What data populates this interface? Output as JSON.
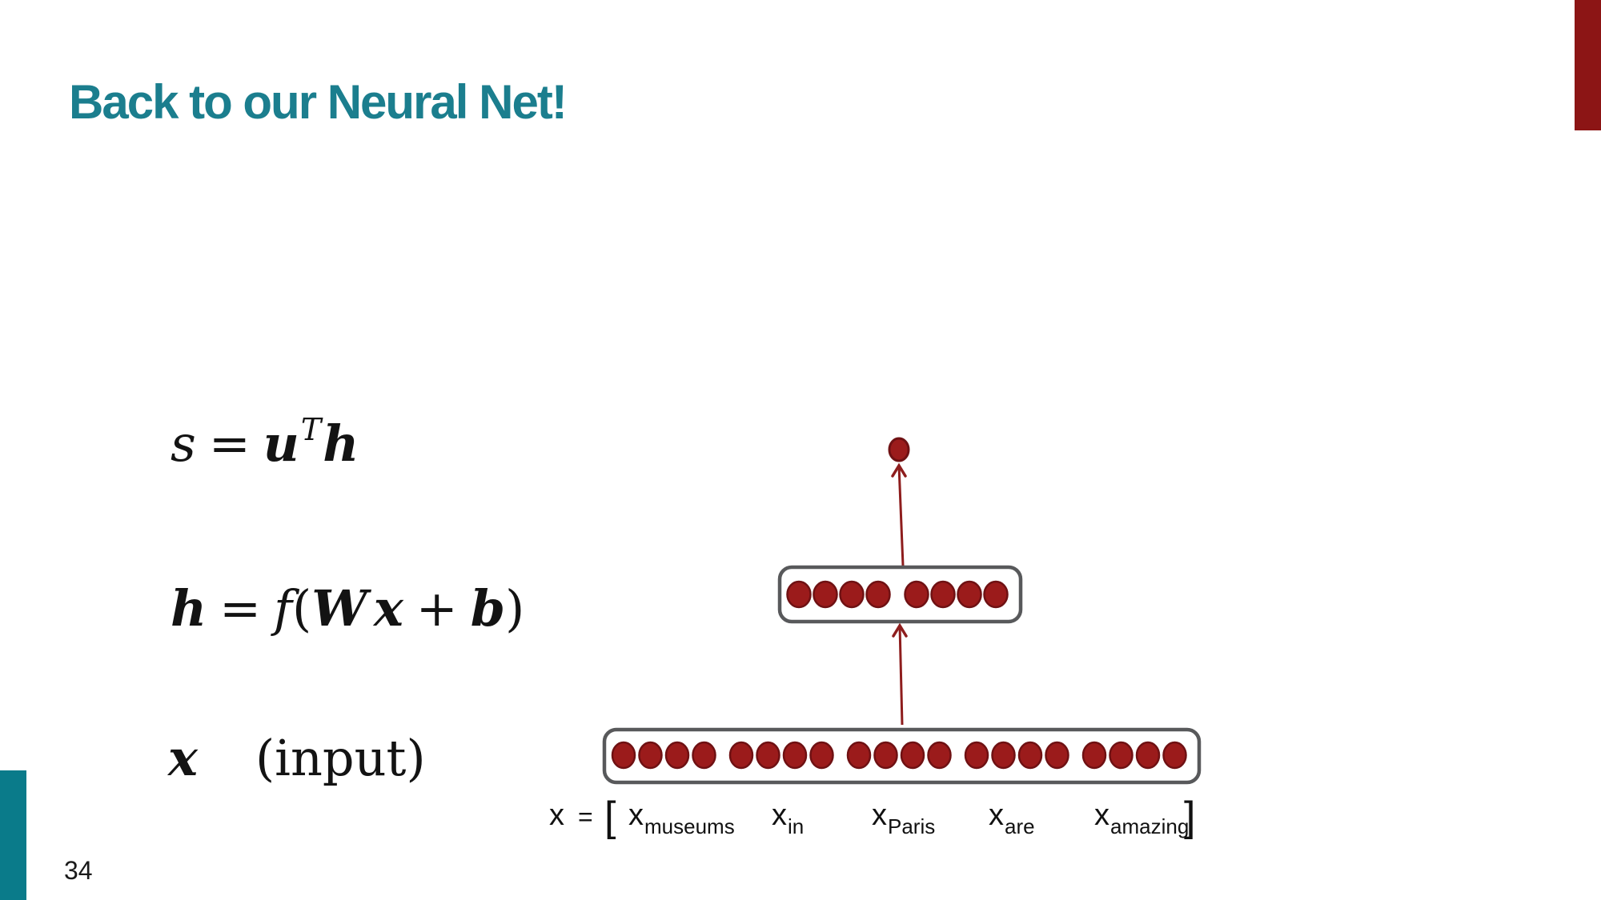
{
  "slide": {
    "title": "Back to our Neural Net!",
    "page_number": "34"
  },
  "equations": {
    "score": {
      "s": "s",
      "equals": "=",
      "u": "u",
      "sup_T": "T",
      "h": "h"
    },
    "hidden": {
      "h": "h",
      "equals": "=",
      "f": "f",
      "lparen": "(",
      "W": "W",
      "x": "x",
      "plus": "+",
      "b": "b",
      "rparen": ")"
    },
    "input": {
      "x": "x",
      "note": "(input)"
    }
  },
  "vector": {
    "x": "x",
    "equals": "=",
    "lbracket": "[",
    "rbracket": "]",
    "terms": [
      {
        "base": "x",
        "sub": "museums"
      },
      {
        "base": "x",
        "sub": "in"
      },
      {
        "base": "x",
        "sub": "Paris"
      },
      {
        "base": "x",
        "sub": "are"
      },
      {
        "base": "x",
        "sub": "amazing"
      }
    ]
  },
  "diagram": {
    "output_layer": {
      "units": 1
    },
    "hidden_layer": {
      "groups": [
        4,
        4
      ]
    },
    "input_layer": {
      "groups": [
        4,
        4,
        4,
        4,
        4
      ]
    }
  },
  "colors": {
    "accent_red": "#8c1515",
    "accent_teal": "#0a7b8a",
    "title_color": "#1b7e8e",
    "dot_fill": "#9b1b1b",
    "dot_stroke": "#6f1113",
    "arrow": "#8e1d1d",
    "box_border": "#58595b"
  }
}
